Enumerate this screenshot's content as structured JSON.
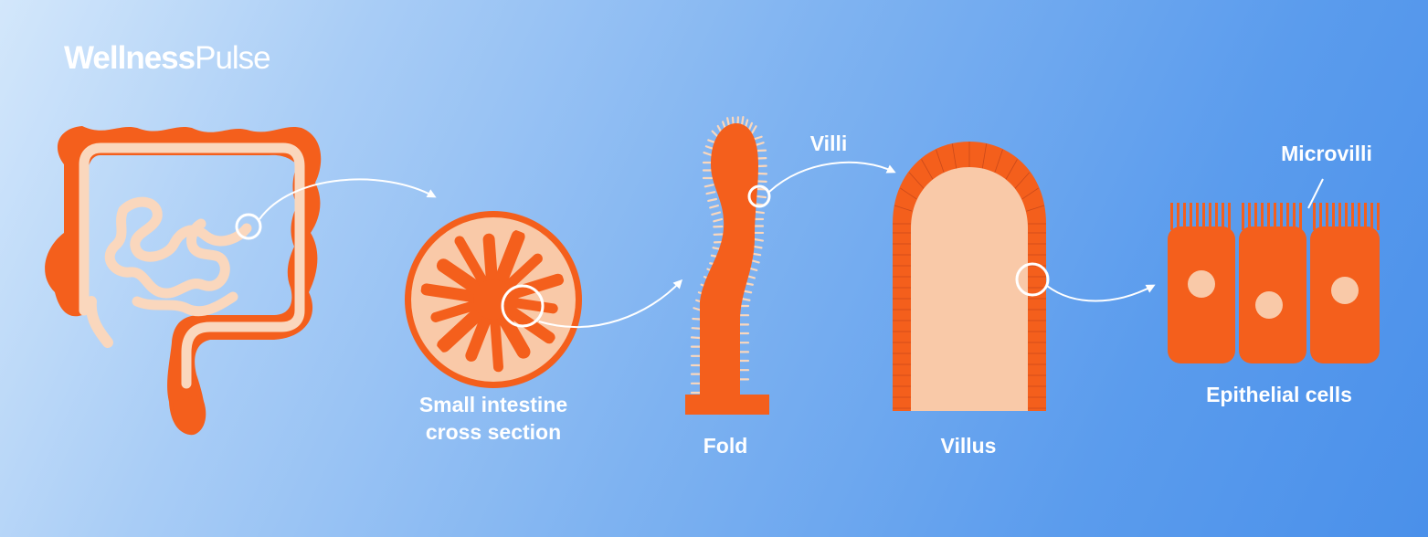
{
  "brand": {
    "name_bold": "Wellness",
    "name_light": "Pulse"
  },
  "labels": {
    "cross_section_line1": "Small intestine",
    "cross_section_line2": "cross section",
    "fold": "Fold",
    "villi": "Villi",
    "villus": "Villus",
    "microvilli": "Microvilli",
    "epithelial": "Epithelial cells"
  },
  "colors": {
    "organ": "#f45f1c",
    "tissue_light": "#f9c9a8",
    "accent_light": "#fad7bd",
    "arrow": "#ffffff"
  }
}
